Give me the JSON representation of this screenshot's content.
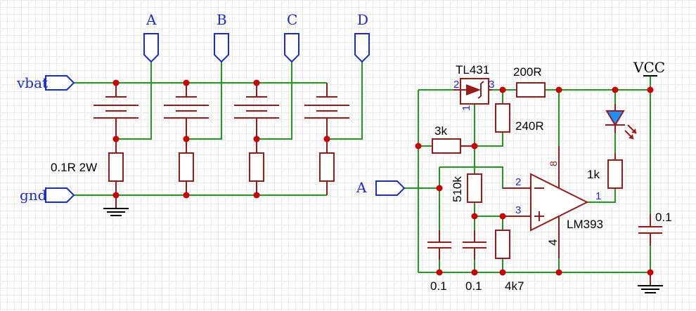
{
  "ports": {
    "a_top": "A",
    "b_top": "B",
    "c_top": "C",
    "d_top": "D",
    "vbat": "vbat",
    "gnd": "gnd",
    "a_in": "A"
  },
  "labels": {
    "shunt": "0.1R 2W",
    "tl431": "TL431",
    "r200": "200R",
    "r240": "240R",
    "r3k": "3k",
    "r510k": "510k",
    "r1k": "1k",
    "lm393": "LM393",
    "vcc": "VCC",
    "c_right": "0.1",
    "c1": "0.1",
    "c2": "0.1",
    "r4k7": "4k7"
  },
  "pins": {
    "tl_2": "2",
    "tl_3": "3",
    "tl_1": "1",
    "op_2": "2",
    "op_3": "3",
    "op_1": "1",
    "op_8": "8",
    "op_4": "4"
  },
  "colors": {
    "wire": "#1f9a1f",
    "component": "#9a1a1a",
    "net_label": "#1a2bd0",
    "junction": "#cc0000"
  }
}
